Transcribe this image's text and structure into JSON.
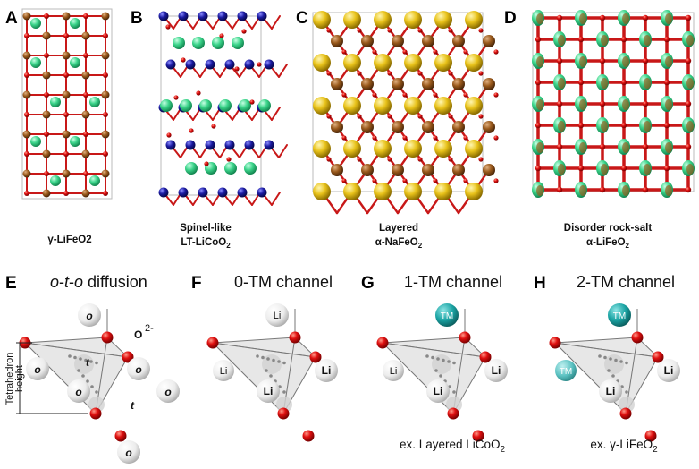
{
  "crystal_panels": [
    {
      "letter": "A",
      "caption_line1": "γ-LiFeO2",
      "caption_line2": "",
      "caption_sub": ""
    },
    {
      "letter": "B",
      "caption_line1": "Spinel-like",
      "caption_line2": "LT-LiCoO",
      "caption_sub": "2"
    },
    {
      "letter": "C",
      "caption_line1": "Layered",
      "caption_line2": "α-NaFeO",
      "caption_sub": "2"
    },
    {
      "letter": "D",
      "caption_line1": "Disorder rock-salt",
      "caption_line2": "α-LiFeO",
      "caption_sub": "2"
    }
  ],
  "diffusion_panels": [
    {
      "letter": "E",
      "title_o1": "o",
      "title_t": "t",
      "title_o2": "o",
      "title_rest": " diffusion"
    },
    {
      "letter": "F",
      "title": "0-TM channel"
    },
    {
      "letter": "G",
      "title": "1-TM channel",
      "footnote": "ex. Layered LiCoO",
      "footnote_sub": "2"
    },
    {
      "letter": "H",
      "title": "2-TM channel",
      "footnote": "ex. γ-LiFeO",
      "footnote_sub": "2"
    }
  ],
  "labels": {
    "oxygen_ion": "O",
    "oxygen_charge": "2-",
    "site_o": "o",
    "site_t": "t",
    "lithium": "Li",
    "transition_metal": "TM",
    "tetra_line1": "Tetrahedron",
    "tetra_line2": "height"
  },
  "colors": {
    "oxygen": "#e01010",
    "iron": "#9a5a1c",
    "lithium_green": "#3bd48a",
    "cobalt": "#1a1aa0",
    "sodium": "#e8c21a",
    "tm_teal": "#1aa3a3",
    "site_grey": "#e6e6e6"
  }
}
